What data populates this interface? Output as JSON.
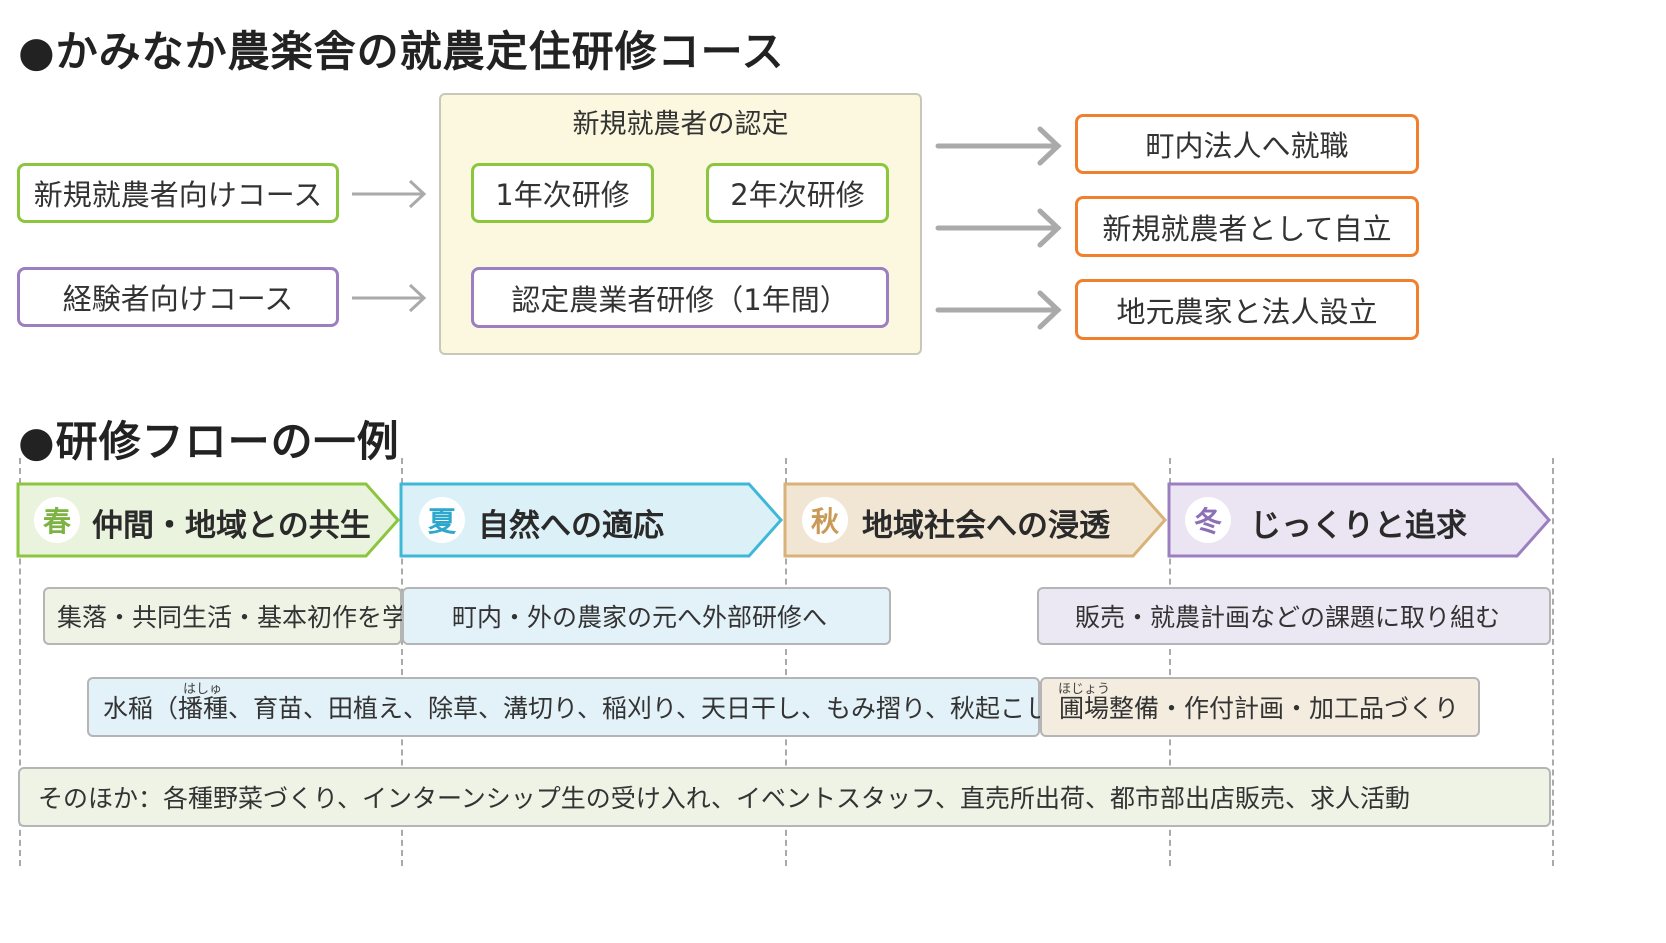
{
  "section1": {
    "title": "●かみなか農楽舎の就農定住研修コース",
    "courses": [
      "新規就農者向けコース",
      "経験者向けコース"
    ],
    "certification": {
      "title": "新規就農者の認定",
      "year1": "1年次研修",
      "year2": "2年次研修",
      "certified": "認定農業者研修（1年間）"
    },
    "outcomes": [
      "町内法人へ就職",
      "新規就農者として自立",
      "地元農家と法人設立"
    ]
  },
  "section2": {
    "title": "●研修フローの一例",
    "seasons": [
      {
        "char": "春",
        "label": "仲間・地域との共生",
        "color": "#eaf3dd",
        "border": "#8cc63f",
        "char_color": "#7cb342"
      },
      {
        "char": "夏",
        "label": "自然への適応",
        "color": "#dcf0f7",
        "border": "#3fb8d8",
        "char_color": "#2ea7cc"
      },
      {
        "char": "秋",
        "label": "地域社会への浸透",
        "color": "#f1e6d4",
        "border": "#d9b27a",
        "char_color": "#c99a55"
      },
      {
        "char": "冬",
        "label": "じっくりと追求",
        "color": "#ebe4f2",
        "border": "#9b7fc0",
        "char_color": "#8d6fb7"
      }
    ],
    "bars": {
      "row1a": "集落・共同生活・基本初作を学ぶ",
      "row1b": "町内・外の農家の元へ外部研修へ",
      "row1c": "販売・就農計画などの課題に取り組む",
      "row2a": "水稲（播種、育苗、田植え、除草、溝切り、稲刈り、天日干し、もみ摺り、秋起こし）",
      "row2a_ruby": "はしゅ",
      "row2b": "圃場整備・作付計画・加工品づくり",
      "row2b_ruby": "ほじょう",
      "row3": "そのほか：各種野菜づくり、インターンシップ生の受け入れ、イベントスタッフ、直売所出荷、都市部出店販売、求人活動"
    }
  }
}
